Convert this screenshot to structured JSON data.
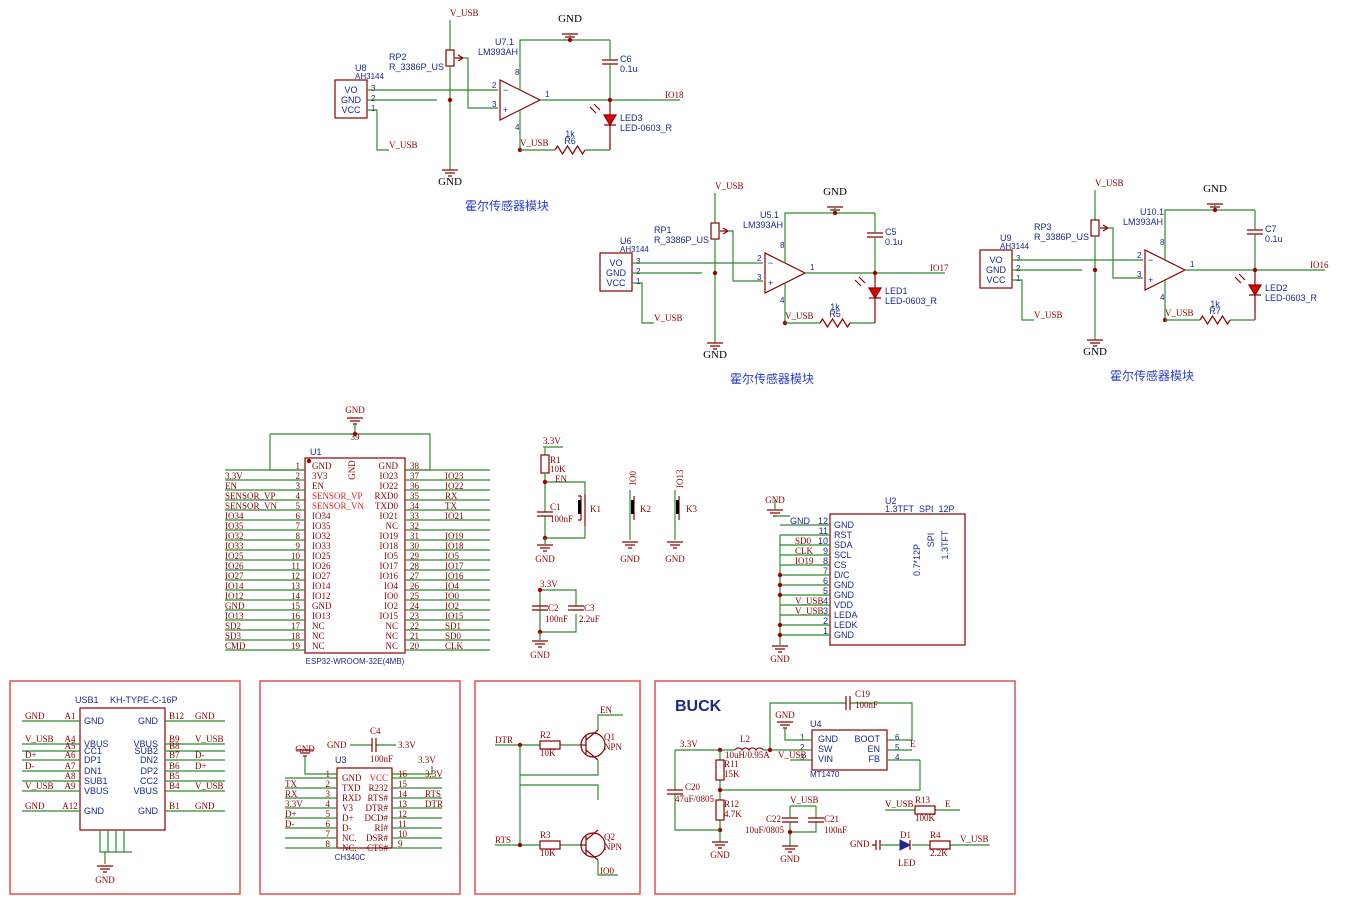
{
  "hall_modules": [
    {
      "caption": "霍尔传感器模块",
      "opamp_ref": "U7.1",
      "opamp_part": "LM393AH",
      "pot_ref": "RP2",
      "pot_part": "R_3386P_US",
      "sensor_ref": "U8",
      "sensor_part": "AH3144",
      "cap_ref": "C6",
      "cap_val": "0.1u",
      "led_ref": "LED3",
      "led_part": "LED-0603_R",
      "res_ref": "R6",
      "res_val": "1k",
      "out_net": "IO18"
    },
    {
      "caption": "霍尔传感器模块",
      "opamp_ref": "U5.1",
      "opamp_part": "LM393AH",
      "pot_ref": "RP1",
      "pot_part": "R_3386P_US",
      "sensor_ref": "U6",
      "sensor_part": "AH3144",
      "cap_ref": "C5",
      "cap_val": "0.1u",
      "led_ref": "LED1",
      "led_part": "LED-0603_R",
      "res_ref": "R5",
      "res_val": "1k",
      "out_net": "IO17"
    },
    {
      "caption": "霍尔传感器模块",
      "opamp_ref": "U10.1",
      "opamp_part": "LM393AH",
      "pot_ref": "RP3",
      "pot_part": "R_3386P_US",
      "sensor_ref": "U9",
      "sensor_part": "AH3144",
      "cap_ref": "C7",
      "cap_val": "0.1u",
      "led_ref": "LED2",
      "led_part": "LED-0603_R",
      "res_ref": "R7",
      "res_val": "1k",
      "out_net": "IO16"
    }
  ],
  "common": {
    "gnd": "GND",
    "vusb": "V_USB",
    "v33": "3.3V",
    "vo": "VO",
    "vcc": "VCC",
    "pin_minus": "−",
    "pin_plus": "+",
    "p1": "1",
    "p2": "2",
    "p3": "3",
    "p4": "4",
    "p8": "8"
  },
  "esp32": {
    "ref": "U1",
    "part": "ESP32-WROOM-32E(4MB)",
    "gnd_top": "GND",
    "pin39": "39",
    "left": [
      {
        "net": "",
        "num": "1",
        "pin": "GND"
      },
      {
        "net": "3.3V",
        "num": "2",
        "pin": "3V3"
      },
      {
        "net": "EN",
        "num": "3",
        "pin": "EN"
      },
      {
        "net": "SENSOR_VP",
        "num": "4",
        "pin": "SENSOR_VP"
      },
      {
        "net": "SENSOR_VN",
        "num": "5",
        "pin": "SENSOR_VN"
      },
      {
        "net": "IO34",
        "num": "6",
        "pin": "IO34"
      },
      {
        "net": "IO35",
        "num": "7",
        "pin": "IO35"
      },
      {
        "net": "IO32",
        "num": "8",
        "pin": "IO32"
      },
      {
        "net": "IO33",
        "num": "9",
        "pin": "IO33"
      },
      {
        "net": "IO25",
        "num": "10",
        "pin": "IO25"
      },
      {
        "net": "IO26",
        "num": "11",
        "pin": "IO26"
      },
      {
        "net": "IO27",
        "num": "12",
        "pin": "IO27"
      },
      {
        "net": "IO14",
        "num": "13",
        "pin": "IO14"
      },
      {
        "net": "IO12",
        "num": "14",
        "pin": "IO12"
      },
      {
        "net": "GND",
        "num": "15",
        "pin": "GND"
      },
      {
        "net": "IO13",
        "num": "16",
        "pin": "IO13"
      },
      {
        "net": "SD2",
        "num": "17",
        "pin": "NC"
      },
      {
        "net": "SD3",
        "num": "18",
        "pin": "NC"
      },
      {
        "net": "CMD",
        "num": "19",
        "pin": "NC"
      }
    ],
    "right": [
      {
        "net": "",
        "num": "38",
        "pin": "GND"
      },
      {
        "net": "IO23",
        "num": "37",
        "pin": "IO23"
      },
      {
        "net": "IO22",
        "num": "36",
        "pin": "IO22"
      },
      {
        "net": "RX",
        "num": "35",
        "pin": "RXD0"
      },
      {
        "net": "TX",
        "num": "34",
        "pin": "TXD0"
      },
      {
        "net": "IO21",
        "num": "33",
        "pin": "IO21"
      },
      {
        "net": "",
        "num": "32",
        "pin": "NC"
      },
      {
        "net": "IO19",
        "num": "31",
        "pin": "IO19"
      },
      {
        "net": "IO18",
        "num": "30",
        "pin": "IO18"
      },
      {
        "net": "IO5",
        "num": "29",
        "pin": "IO5"
      },
      {
        "net": "IO17",
        "num": "28",
        "pin": "IO17"
      },
      {
        "net": "IO16",
        "num": "27",
        "pin": "IO16"
      },
      {
        "net": "IO4",
        "num": "26",
        "pin": "IO4"
      },
      {
        "net": "IO0",
        "num": "25",
        "pin": "IO0"
      },
      {
        "net": "IO2",
        "num": "24",
        "pin": "IO2"
      },
      {
        "net": "IO15",
        "num": "23",
        "pin": "IO15"
      },
      {
        "net": "SD1",
        "num": "22",
        "pin": "NC"
      },
      {
        "net": "SD0",
        "num": "21",
        "pin": "NC"
      },
      {
        "net": "CLK",
        "num": "20",
        "pin": "NC"
      }
    ]
  },
  "buttons": {
    "k1": {
      "ref": "K1",
      "net": "EN",
      "r_ref": "R1",
      "r_val": "10K",
      "c_ref": "C1",
      "c_val": "100nF",
      "pwr": "3.3V"
    },
    "k2": {
      "ref": "K2",
      "net": "IO0"
    },
    "k3": {
      "ref": "K3",
      "net": "IO13"
    },
    "caps": {
      "pwr": "3.3V",
      "c2_ref": "C2",
      "c2_val": "100nF",
      "c3_ref": "C3",
      "c3_val": "2.2uF"
    }
  },
  "tft": {
    "ref": "U2",
    "part": "1.3TFT_SPI_12P",
    "side1": "0.7*12P",
    "side2": "SPI",
    "side3": "1.3TFT",
    "gnd_lbl": "GND",
    "pins": [
      {
        "num": "12",
        "name": "GND",
        "net": ""
      },
      {
        "num": "11",
        "name": "RST",
        "net": ""
      },
      {
        "num": "10",
        "name": "SDA",
        "net": "SD0"
      },
      {
        "num": "9",
        "name": "SCL",
        "net": "CLK"
      },
      {
        "num": "8",
        "name": "CS",
        "net": "IO19"
      },
      {
        "num": "7",
        "name": "D/C",
        "net": ""
      },
      {
        "num": "6",
        "name": "GND",
        "net": ""
      },
      {
        "num": "5",
        "name": "GND",
        "net": ""
      },
      {
        "num": "4",
        "name": "VDD",
        "net": "V_USB"
      },
      {
        "num": "3",
        "name": "LEDA",
        "net": "V_USB"
      },
      {
        "num": "2",
        "name": "LEDK",
        "net": ""
      },
      {
        "num": "1",
        "name": "GND",
        "net": ""
      }
    ]
  },
  "usb": {
    "ref": "USB1",
    "part": "KH-TYPE-C-16P",
    "left": [
      {
        "net": "GND",
        "num": "A1",
        "pin": "GND"
      },
      {
        "net": "V_USB",
        "num": "A4",
        "pin": "VBUS"
      },
      {
        "net": "",
        "num": "A5",
        "pin": "CC1"
      },
      {
        "net": "D+",
        "num": "A6",
        "pin": "DP1"
      },
      {
        "net": "D-",
        "num": "A7",
        "pin": "DN1"
      },
      {
        "net": "",
        "num": "A8",
        "pin": "SUB1"
      },
      {
        "net": "V_USB",
        "num": "A9",
        "pin": "VBUS"
      },
      {
        "net": "GND",
        "num": "A12",
        "pin": "GND"
      }
    ],
    "right": [
      {
        "net": "GND",
        "num": "B12",
        "pin": "GND"
      },
      {
        "net": "V_USB",
        "num": "B9",
        "pin": "VBUS"
      },
      {
        "net": "",
        "num": "B8",
        "pin": "SUB2"
      },
      {
        "net": "D-",
        "num": "B7",
        "pin": "DN2"
      },
      {
        "net": "D+",
        "num": "B6",
        "pin": "DP2"
      },
      {
        "net": "",
        "num": "B5",
        "pin": "CC2"
      },
      {
        "net": "V_USB",
        "num": "B4",
        "pin": "VBUS"
      },
      {
        "net": "GND",
        "num": "B1",
        "pin": "GND"
      }
    ],
    "bottom_gnd": "GND"
  },
  "ch340": {
    "ref": "U3",
    "part": "CH340C",
    "c_ref": "C4",
    "c_val": "100nF",
    "gnd": "GND",
    "v33": "3.3V",
    "left": [
      {
        "net": "",
        "num": "1",
        "pin": "GND"
      },
      {
        "net": "TX",
        "num": "2",
        "pin": "TXD"
      },
      {
        "net": "RX",
        "num": "3",
        "pin": "RXD"
      },
      {
        "net": "3.3V",
        "num": "4",
        "pin": "V3"
      },
      {
        "net": "D+",
        "num": "5",
        "pin": "D+"
      },
      {
        "net": "D-",
        "num": "6",
        "pin": "D-"
      },
      {
        "net": "",
        "num": "7",
        "pin": "NC."
      },
      {
        "net": "",
        "num": "8",
        "pin": "NC."
      }
    ],
    "right": [
      {
        "net": "3.3V",
        "num": "16",
        "pin": "VCC"
      },
      {
        "net": "",
        "num": "15",
        "pin": "R232"
      },
      {
        "net": "RTS",
        "num": "14",
        "pin": "RTS#"
      },
      {
        "net": "DTR",
        "num": "13",
        "pin": "DTR#"
      },
      {
        "net": "",
        "num": "12",
        "pin": "DCD#"
      },
      {
        "net": "",
        "num": "11",
        "pin": "RI#"
      },
      {
        "net": "",
        "num": "10",
        "pin": "DSR#"
      },
      {
        "net": "",
        "num": "9",
        "pin": "CTS#"
      }
    ]
  },
  "autoreset": {
    "dtr": "DTR",
    "rts": "RTS",
    "en": "EN",
    "io0": "IO0",
    "r2_ref": "R2",
    "r2_val": "10K",
    "r3_ref": "R3",
    "r3_val": "10K",
    "q1_ref": "Q1",
    "q1_type": "NPN",
    "q2_ref": "Q2",
    "q2_type": "NPN"
  },
  "buck": {
    "title": "BUCK",
    "u_ref": "U4",
    "u_part": "MT1470",
    "c19_ref": "C19",
    "c19_val": "100nF",
    "l_ref": "L2",
    "l_val": "10uH/0.95A",
    "v33": "3.3V",
    "vusb": "V_USB",
    "gnd": "GND",
    "pins": [
      {
        "num": "1",
        "name": "GND"
      },
      {
        "num": "2",
        "name": "SW"
      },
      {
        "num": "3",
        "name": "VIN"
      },
      {
        "num": "6",
        "name": "BOOT"
      },
      {
        "num": "5",
        "name": "EN"
      },
      {
        "num": "4",
        "name": "FB"
      }
    ],
    "e_net": "E",
    "c20_ref": "C20",
    "c20_val": "47uF/0805",
    "r11_ref": "R11",
    "r11_val": "15K",
    "r12_ref": "R12",
    "r12_val": "4.7K",
    "c22_ref": "C22",
    "c22_val": "10uF/0805",
    "c21_ref": "C21",
    "c21_val": "100nF",
    "r13_ref": "R13",
    "r13_val": "100K",
    "r4_ref": "R4",
    "r4_val": "2.2K",
    "d1_ref": "D1",
    "d1_lbl": "LED"
  }
}
